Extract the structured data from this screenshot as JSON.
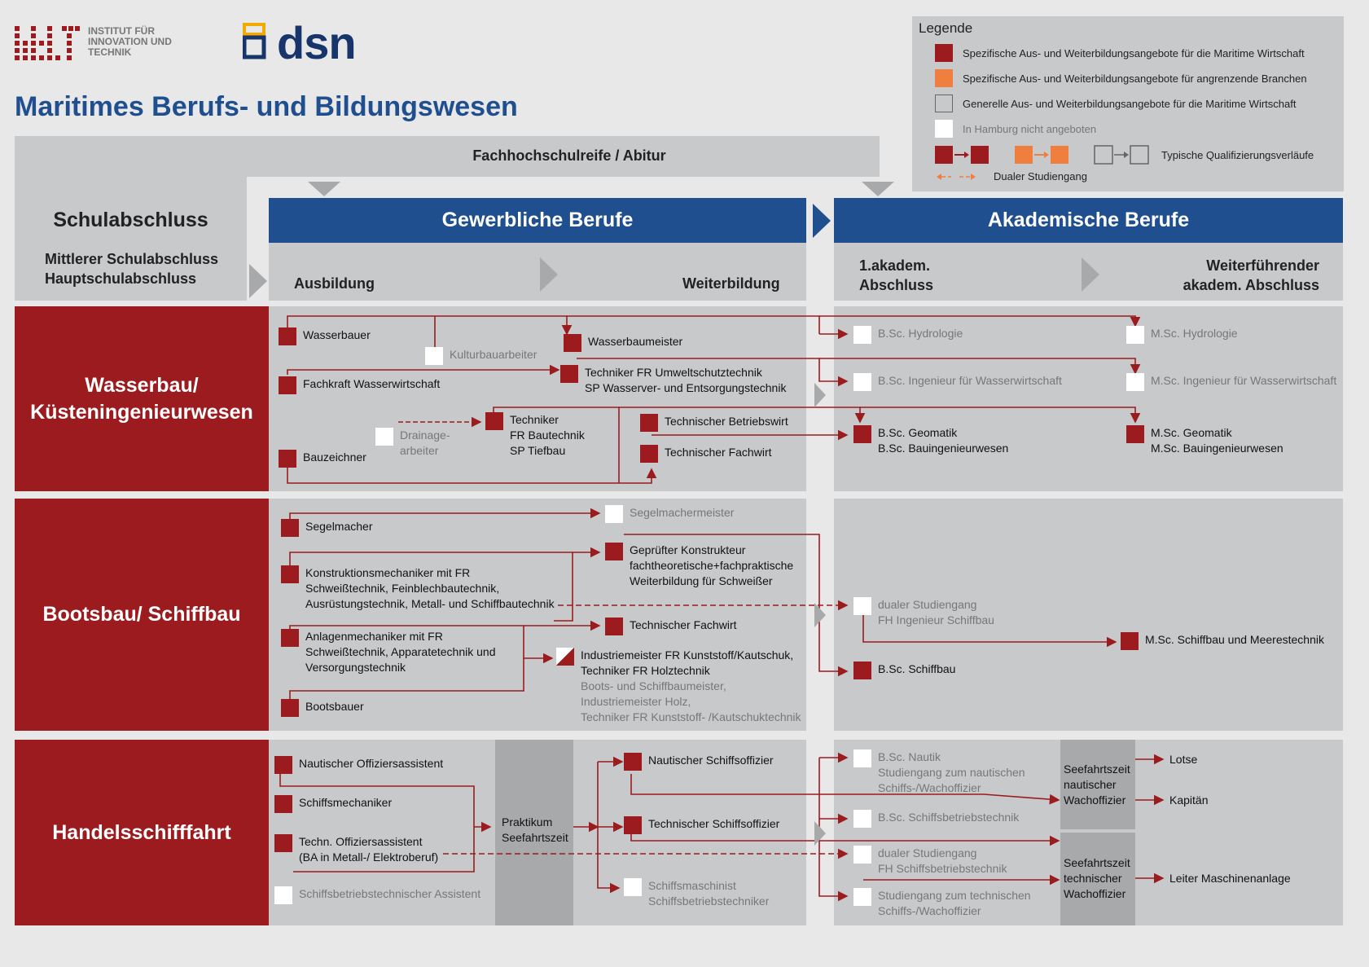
{
  "header": {
    "logo_text_1": "INSTITUT FÜR",
    "logo_text_2": "INNOVATION UND",
    "logo_text_3": "TECHNIK",
    "dsn_logo": "dsn",
    "title": "Maritimes Berufs- und Bildungswesen"
  },
  "legend": {
    "title": "Legende",
    "item_red": "Spezifische Aus- und Weiterbildungsangebote für die Maritime Wirtschaft",
    "item_orange": "Spezifische Aus- und Weiterbildungsangebote für angrenzende Branchen",
    "item_outline": "Generelle Aus- und Weiterbildungsangebote für die Maritime Wirtschaft",
    "item_white": "In Hamburg nicht angeboten",
    "item_paths": "Typische Qualifizierungsverläufe",
    "item_dual": "Dualer Studiengang",
    "colors": {
      "red": "#9b1b1e",
      "orange": "#f07e3e",
      "blue": "#1f4f8f",
      "grey": "#c8c9cb"
    }
  },
  "columns": {
    "fachhochschulreife": "Fachhochschulreife / Abitur",
    "schulabschluss": "Schulabschluss",
    "schulabschluss_sub_1": "Mittlerer Schulabschluss",
    "schulabschluss_sub_2": "Hauptschulabschluss",
    "gewerblich": "Gewerbliche Berufe",
    "akademisch": "Akademische Berufe",
    "ausbildung": "Ausbildung",
    "weiterbildung": "Weiterbildung",
    "akadem1_line1": "1.akadem.",
    "akadem1_line2": "Abschluss",
    "akadem2_line1": "Weiterführender",
    "akadem2_line2": "akadem. Abschluss"
  },
  "rows": {
    "wasserbau": {
      "label_1": "Wasserbau/",
      "label_2": "Küsteningenieurwesen",
      "wasserbauer": "Wasserbauer",
      "kulturbauarbeiter": "Kulturbauarbeiter",
      "fachkraft": "Fachkraft  Wasserwirtschaft",
      "drainage_1": "Drainage-",
      "drainage_2": "arbeiter",
      "bauzeichner": "Bauzeichner",
      "wasserbaumeister": "Wasserbaumeister",
      "techniker_umwelt_1": "Techniker FR Umweltschutztechnik",
      "techniker_umwelt_2": "SP Wasserver- und Entsorgungstechnik",
      "techniker_bau_1": "Techniker",
      "techniker_bau_2": "FR Bautechnik",
      "techniker_bau_3": "SP Tiefbau",
      "betriebswirt": "Technischer Betriebswirt",
      "fachwirt": "Technischer Fachwirt",
      "bsc_hydrologie": "B.Sc. Hydrologie",
      "bsc_ing_wasser": "B.Sc. Ingenieur für Wasserwirtschaft",
      "bsc_geomatik_1": "B.Sc. Geomatik",
      "bsc_geomatik_2": "B.Sc. Bauingenieurwesen",
      "msc_hydrologie": "M.Sc. Hydrologie",
      "msc_ing_wasser": "M.Sc. Ingenieur für Wasserwirtschaft",
      "msc_geomatik_1": "M.Sc. Geomatik",
      "msc_geomatik_2": "M.Sc. Bauingenieurwesen"
    },
    "bootsbau": {
      "label": "Bootsbau/ Schiffbau",
      "segelmacher": "Segelmacher",
      "konstr_1": "Konstruktionsmechaniker mit FR",
      "konstr_2": "Schweißtechnik, Feinblechbautechnik,",
      "konstr_3": "Ausrüstungstechnik, Metall- und Schiffbautechnik",
      "anlagen_1": "Anlagenmechaniker mit FR",
      "anlagen_2": "Schweißtechnik, Apparatetechnik und",
      "anlagen_3": "Versorgungstechnik",
      "bootsbauer": "Bootsbauer",
      "segelmachermeister": "Segelmachermeister",
      "konstrukteur_1": "Geprüfter Konstrukteur",
      "konstrukteur_2": "fachtheoretische+fachpraktische",
      "konstrukteur_3": "Weiterbildung für Schweißer",
      "fachwirt": "Technischer Fachwirt",
      "industrie_1": "Industriemeister FR Kunststoff/Kautschuk,",
      "industrie_2": "Techniker FR Holztechnik",
      "industrie_3": "Boots- und Schiffbaumeister,",
      "industrie_4": "Industriemeister Holz,",
      "industrie_5": "Techniker FR Kunststoff- /Kautschuktechnik",
      "dual_1": "dualer Studiengang",
      "dual_2": "FH Ingenieur Schiffbau",
      "bsc_schiffbau": "B.Sc. Schiffbau",
      "msc_schiffbau": "M.Sc. Schiffbau und Meerestechnik"
    },
    "handel": {
      "label": "Handelsschifffahrt",
      "naut_assist": "Nautischer Offiziersassistent",
      "schiffsmech": "Schiffsmechaniker",
      "techn_assist_1": "Techn. Offiziersassistent",
      "techn_assist_2": "(BA in Metall-/ Elektroberuf)",
      "betrieb_assist": "Schiffsbetriebstechnischer Assistent",
      "praktikum_1": "Praktikum",
      "praktikum_2": "Seefahrtszeit",
      "naut_offizier": "Nautischer Schiffsoffizier",
      "techn_offizier": "Technischer Schiffsoffizier",
      "maschinist_1": "Schiffsmaschinist",
      "maschinist_2": "Schiffsbetriebstechniker",
      "bsc_nautik_1": "B.Sc. Nautik",
      "bsc_nautik_2": "Studiengang zum nautischen",
      "bsc_nautik_3": "Schiffs-/Wachoffizier",
      "bsc_betrieb": "B.Sc. Schiffsbetriebstechnik",
      "dual_1": "dualer Studiengang",
      "dual_2": "FH Schiffsbetriebstechnik",
      "studgang_1": "Studiengang zum technischen",
      "studgang_2": "Schiffs-/Wachoffizier",
      "seezeit_naut_1": "Seefahrtszeit",
      "seezeit_naut_2": "nautischer",
      "seezeit_naut_3": "Wachoffizier",
      "seezeit_tech_1": "Seefahrtszeit",
      "seezeit_tech_2": "technischer",
      "seezeit_tech_3": "Wachoffizier",
      "lotse": "Lotse",
      "kapitaen": "Kapitän",
      "leiter": "Leiter Maschinenanlage"
    }
  }
}
